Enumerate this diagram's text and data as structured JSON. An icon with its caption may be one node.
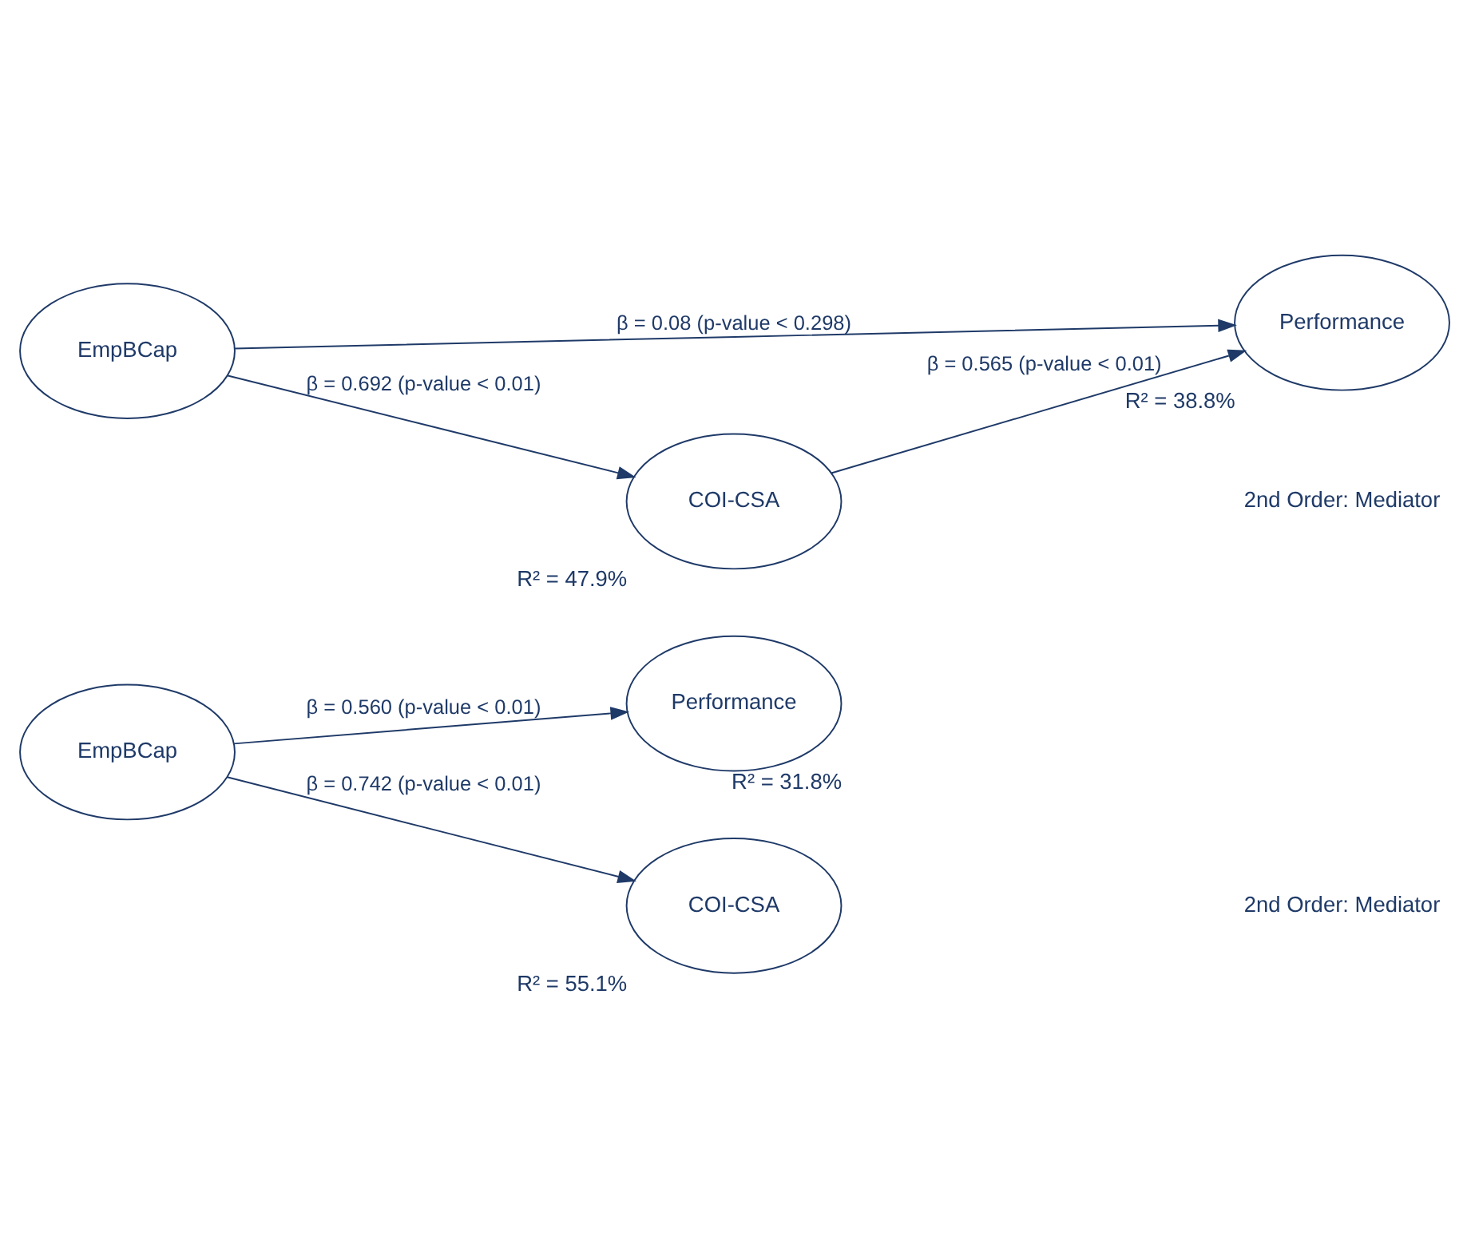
{
  "diagram": {
    "nodes": [
      {
        "text": [
          "EmpBCap"
        ]
      },
      {
        "text": [
          "Performance"
        ],
        "beside": [
          "R² = 31.8%"
        ]
      },
      {
        "text": [
          "COI-CSA"
        ],
        "beside": [
          "R² = 55.1%"
        ]
      },
      {
        "text": [
          "EmpBCap"
        ]
      },
      {
        "text": [
          "Performance"
        ],
        "beside": [
          "R² = 38.8%"
        ]
      },
      {
        "text": [
          "COI-CSA"
        ],
        "beside": [
          "R² = 47.9%"
        ]
      }
    ],
    "edges": [
      {
        "from": 0,
        "to": 1,
        "arrow": "to",
        "label": "β = 0.560 (p-value < 0.01)"
      },
      {
        "from": 0,
        "to": 2,
        "arrow": "to",
        "label": "β = 0.742 (p-value < 0.01)"
      },
      {
        "from": 3,
        "to": 4,
        "arrow": "to",
        "label": "β = 0.08 (p-value < 0.298)"
      },
      {
        "from": 3,
        "to": 5,
        "arrow": "to",
        "label": "β = 0.692 (p-value < 0.01)"
      },
      {
        "from": 5,
        "to": 4,
        "arrow": "to",
        "label": "β = 0.565 (p-value < 0.01)"
      }
    ],
    "labels": [
      "2nd Order: Mediator",
      "2nd Order: Mediator"
    ]
  }
}
